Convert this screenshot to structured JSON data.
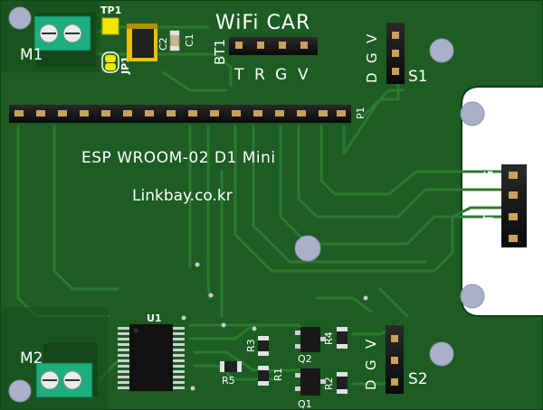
{
  "board": {
    "title": "WiFi CAR",
    "module_label": "ESP WROOM-02 D1 Mini",
    "website": "Linkbay.co.kr",
    "colors": {
      "pcb": "#1d5c23",
      "pcb_dark": "#164a1b",
      "trace": "#2a7a2e",
      "silk": "#ffffff",
      "hole": "#aab0c8",
      "terminal": "#1fae7e",
      "header": "#111111",
      "pin": "#caa15a"
    }
  },
  "labels": {
    "m1": "M1",
    "m2": "M2",
    "tp1": "TP1",
    "jp1": "JP1",
    "c1": "C1",
    "c2": "C2",
    "bt1": "BT1",
    "bt_pins": [
      "T",
      "R",
      "G",
      "V"
    ],
    "p1": "P1",
    "s1": "S1",
    "s1_pins": [
      "D",
      "G",
      "V"
    ],
    "s2": "S2",
    "s2_pins": [
      "D",
      "G",
      "V"
    ],
    "us1": "US1",
    "us1_pins": [
      "V",
      "T",
      "E",
      "G"
    ],
    "u1": "U1",
    "r1": "R1",
    "r2": "R2",
    "r3": "R3",
    "r4": "R4",
    "r5": "R5",
    "q1": "Q1",
    "q2": "Q2"
  }
}
